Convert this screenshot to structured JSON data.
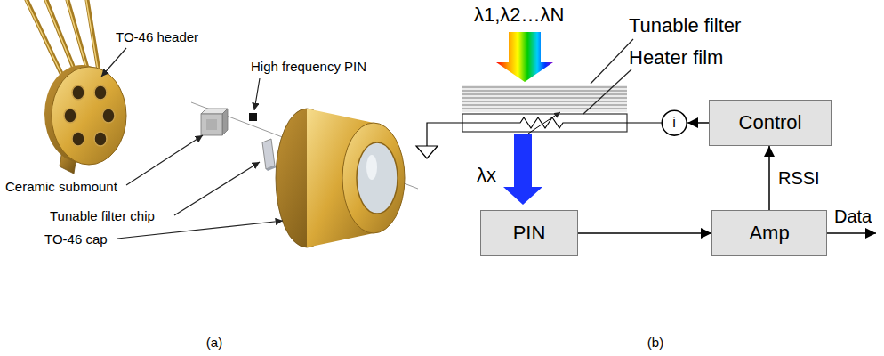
{
  "diagram": {
    "nodes": [
      {
        "text": [
          "Control"
        ]
      },
      {
        "text": [
          "i"
        ]
      },
      {
        "text": [
          "PIN"
        ]
      },
      {
        "text": [
          "Amp"
        ]
      }
    ],
    "edges": [
      {
        "from": 0,
        "to": 1,
        "arrow": "to"
      },
      {
        "from": 2,
        "to": 3,
        "arrow": "to"
      },
      {
        "from": 3,
        "to": 0,
        "label": "RSSI",
        "arrow": "to"
      }
    ],
    "labels": [
      "TO-46 header",
      "High frequency PIN",
      "Ceramic submount",
      "Tunable filter chip",
      "TO-46 cap",
      "(a)",
      "λ1,λ2…λN",
      "Tunable filter",
      "Heater film",
      "λx",
      "Data",
      "(b)"
    ]
  }
}
